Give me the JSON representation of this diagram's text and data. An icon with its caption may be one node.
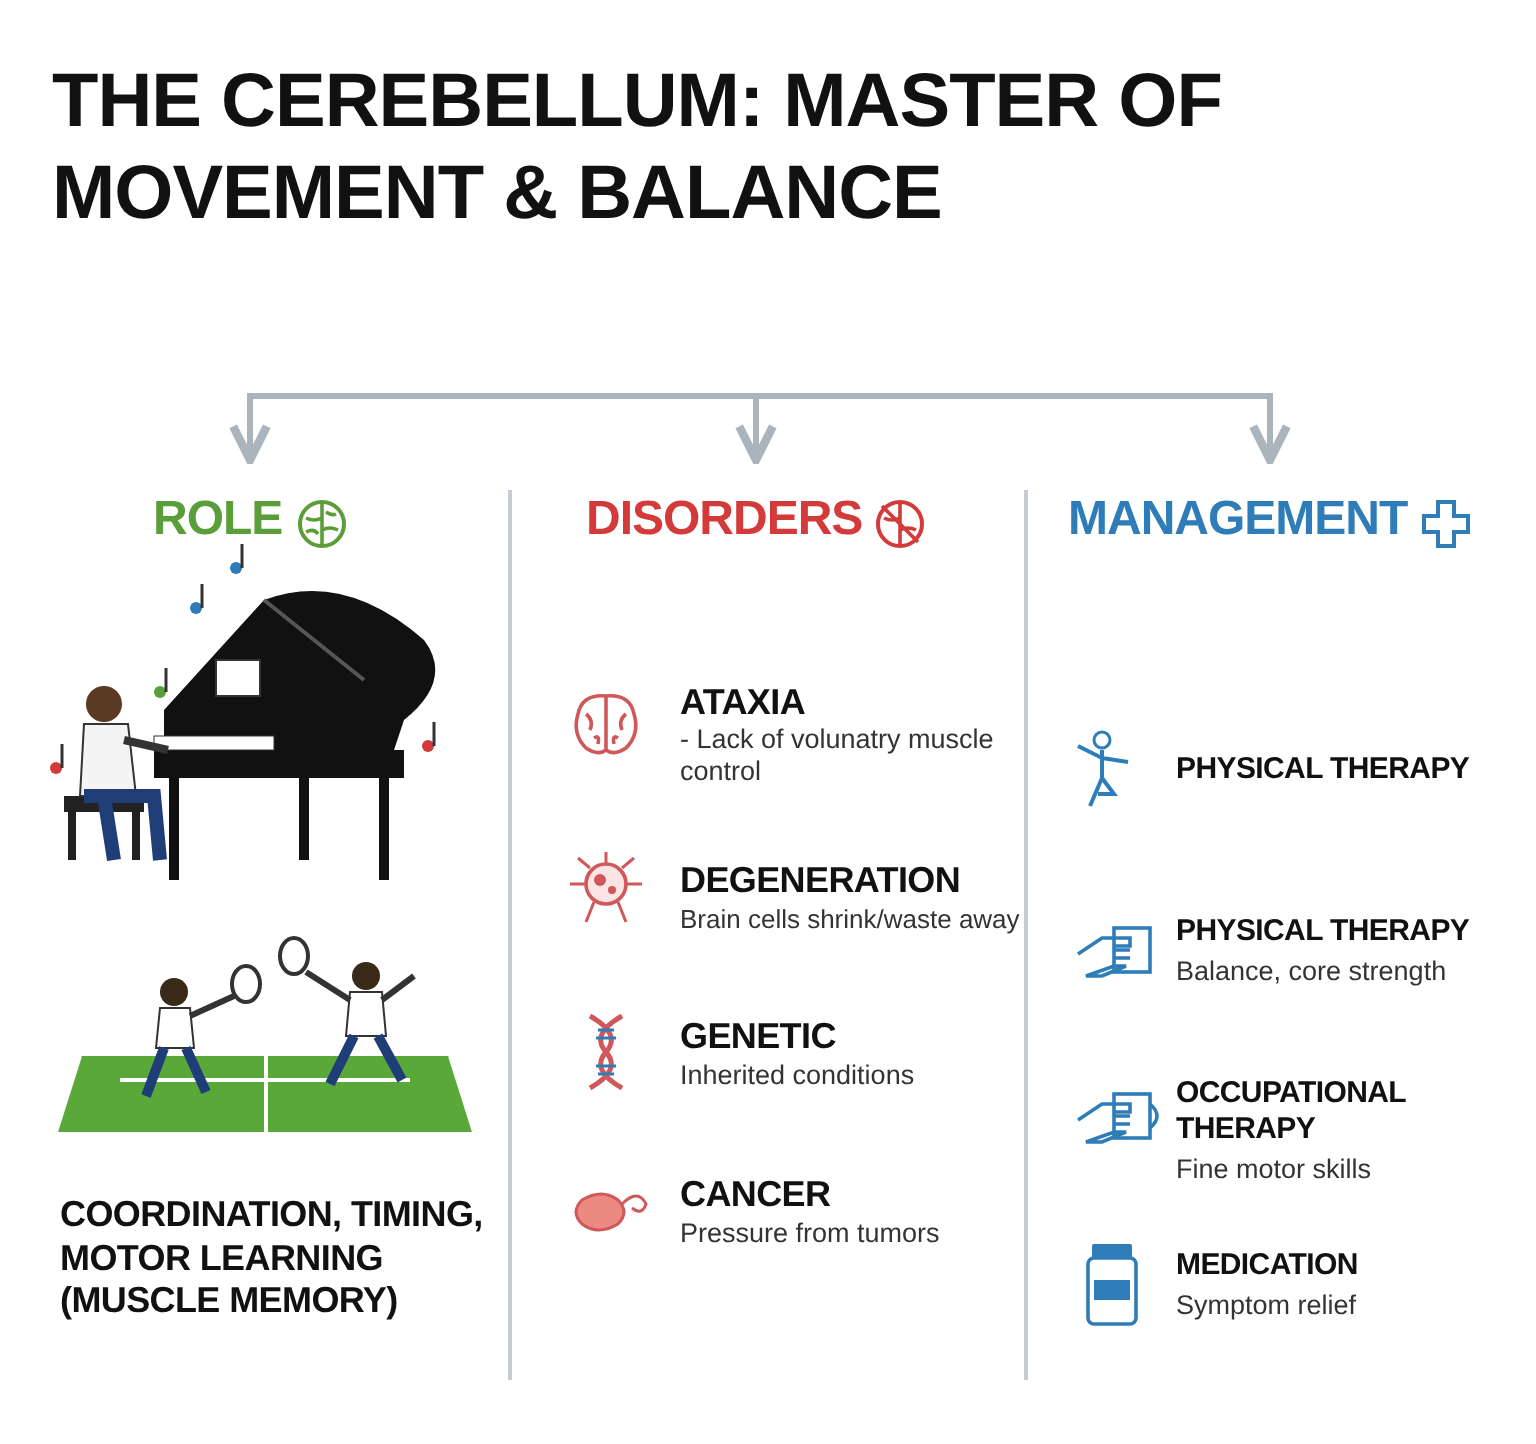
{
  "diagram": {
    "title": "THE CEREBELLUM: MASTER OF MOVEMENT & BALANCE",
    "nodes": [
      {
        "text": [
          "ROLE"
        ]
      },
      {
        "text": [
          "DISORDERS"
        ]
      },
      {
        "text": [
          "MANAGEMENT"
        ]
      }
    ],
    "edges": [
      {
        "from": null,
        "to": 0,
        "arrow": "to"
      },
      {
        "from": null,
        "to": 1,
        "arrow": "to"
      },
      {
        "from": null,
        "to": 2,
        "arrow": "to"
      }
    ],
    "labels": [
      "COORDINATION, TIMING, MOTOR LEARNING (MUSCLE MEMORY)",
      "ATAXIA",
      "- Lack of volunatry muscle control",
      "DEGENERATION",
      "Brain cells shrink/waste away",
      "GENETIC",
      "Inherited conditions",
      "CANCER",
      "Pressure from tumors",
      "PHYSICAL THERAPY",
      "PHYSICAL THERAPY",
      "Balance, core strength",
      "OCCUPATIONAL THERAPY",
      "Fine motor skills",
      "MEDICATION",
      "Symptom relief"
    ]
  }
}
